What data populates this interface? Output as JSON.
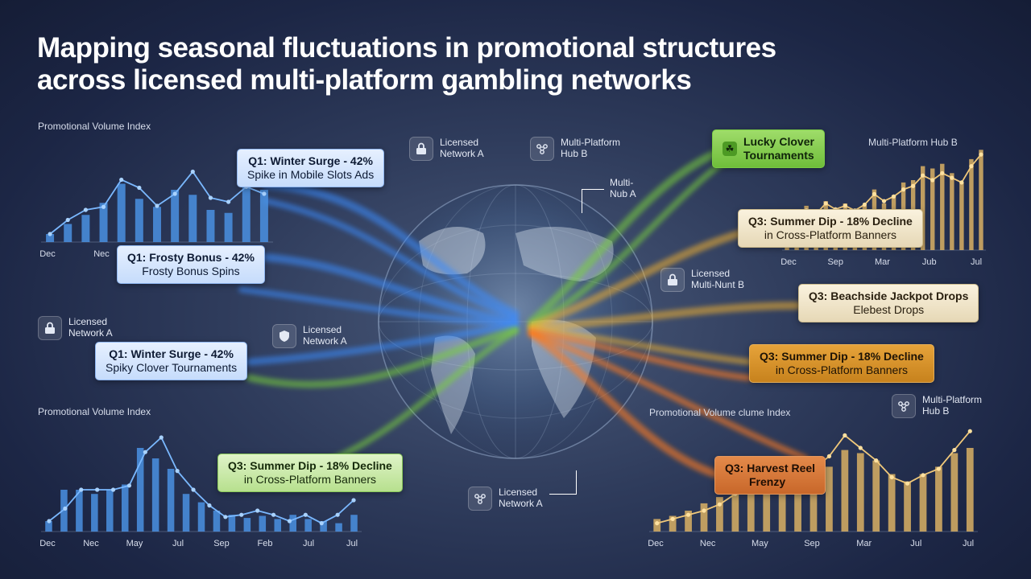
{
  "title": {
    "line1": "Mapping seasonal fluctuations in promotional structures",
    "line2": "across licensed multi-platform gambling networks"
  },
  "colors": {
    "background": "#1c2645",
    "blue_series": "#4a90e2",
    "gold_series": "#d9b064",
    "flow_blue": "#3a8cff",
    "flow_green": "#7ad23a",
    "flow_gold": "#f0b030",
    "flow_orange": "#ff7a1a"
  },
  "badges": [
    {
      "icon": "lock-icon",
      "line1": "Licensed",
      "line2": "Network A"
    },
    {
      "icon": "network-nodes-icon",
      "line1": "Multi-Platform",
      "line2": "Hub B"
    },
    {
      "icon": "",
      "line1": "Multi-",
      "line2": "Nub A"
    },
    {
      "icon": "lock-icon",
      "line1": "Licensed",
      "line2": "Multi-Nunt B"
    },
    {
      "icon": "lock-icon",
      "line1": "Licensed",
      "line2": "Network A"
    },
    {
      "icon": "shield-icon",
      "line1": "Licensed",
      "line2": "Network A"
    },
    {
      "icon": "network-nodes-icon",
      "line1": "Multi-Platform",
      "line2": "Hub B"
    },
    {
      "icon": "network-nodes-icon",
      "line1": "Licensed",
      "line2": "Network A"
    }
  ],
  "callouts": [
    {
      "line1": "Q1: Winter Surge - 42%",
      "line2": "Spike in Mobile Slots Ads"
    },
    {
      "line1": "Q1: Frosty Bonus - 42%",
      "line2": "Frosty Bonus Spins"
    },
    {
      "line1": "Q1: Winter Surge - 42%",
      "line2": "Spiky Clover Tournaments"
    },
    {
      "line1": "Q3: Summer Dip - 18% Decline",
      "line2": "in Cross-Platform Banners"
    },
    {
      "line1": "Lucky Clover",
      "line2": "Tournaments"
    },
    {
      "line1": "Q3: Summer Dip - 18% Decline",
      "line2": "in Cross-Platform Banners"
    },
    {
      "line1": "Q3: Beachside Jackpot Drops",
      "line2": "Elebest Drops"
    },
    {
      "line1": "Q3: Summer Dip - 18% Decline",
      "line2": "in Cross-Platform Banners"
    },
    {
      "line1": "Q3: Harvest Reel",
      "line2": "Frenzy"
    }
  ],
  "chart_data": [
    {
      "type": "bar",
      "title": "Promotional Volume Index",
      "tick_labels": [
        "Dec",
        "Nec"
      ],
      "bars": [
        8,
        18,
        27,
        39,
        58,
        43,
        35,
        52,
        47,
        32,
        29,
        55,
        52
      ],
      "line": [
        8,
        22,
        32,
        35,
        62,
        54,
        36,
        48,
        70,
        44,
        40,
        55,
        48
      ],
      "ylim": [
        0,
        100
      ]
    },
    {
      "type": "bar",
      "title": "Multi-Platform Hub B",
      "tick_labels": [
        "Dec",
        "Sep",
        "Mar",
        "Jub",
        "Jul"
      ],
      "bars": [
        28,
        32,
        38,
        30,
        42,
        36,
        40,
        33,
        38,
        52,
        40,
        47,
        58,
        60,
        72,
        70,
        74,
        66,
        58,
        78,
        86
      ],
      "line": [
        25,
        30,
        34,
        31,
        40,
        35,
        38,
        34,
        39,
        48,
        42,
        46,
        52,
        55,
        64,
        60,
        66,
        62,
        58,
        72,
        82
      ],
      "ylim": [
        0,
        100
      ]
    },
    {
      "type": "bar",
      "title": "Promotional Volume Index",
      "tick_labels": [
        "Dec",
        "Nec",
        "May",
        "Jul",
        "Sep",
        "Feb",
        "Jul",
        "Jul"
      ],
      "bars": [
        10,
        40,
        40,
        36,
        40,
        45,
        80,
        70,
        60,
        36,
        28,
        20,
        16,
        13,
        15,
        12,
        16,
        12,
        10,
        8,
        16
      ],
      "line": [
        10,
        22,
        40,
        40,
        40,
        44,
        76,
        90,
        58,
        40,
        25,
        14,
        16,
        20,
        16,
        10,
        16,
        8,
        16,
        30
      ],
      "ylim": [
        0,
        100
      ]
    },
    {
      "type": "bar",
      "title": "Promotional Volume clume Index",
      "tick_labels": [
        "Dec",
        "Nec",
        "May",
        "Sep",
        "Mar",
        "Jul",
        "Jul"
      ],
      "bars": [
        12,
        15,
        20,
        27,
        33,
        42,
        52,
        46,
        40,
        44,
        55,
        62,
        78,
        75,
        68,
        55,
        48,
        55,
        62,
        75,
        80
      ],
      "line": [
        8,
        12,
        16,
        20,
        26,
        36,
        44,
        46,
        42,
        48,
        60,
        72,
        92,
        80,
        68,
        52,
        46,
        54,
        60,
        78,
        96
      ],
      "ylim": [
        0,
        100
      ]
    }
  ]
}
